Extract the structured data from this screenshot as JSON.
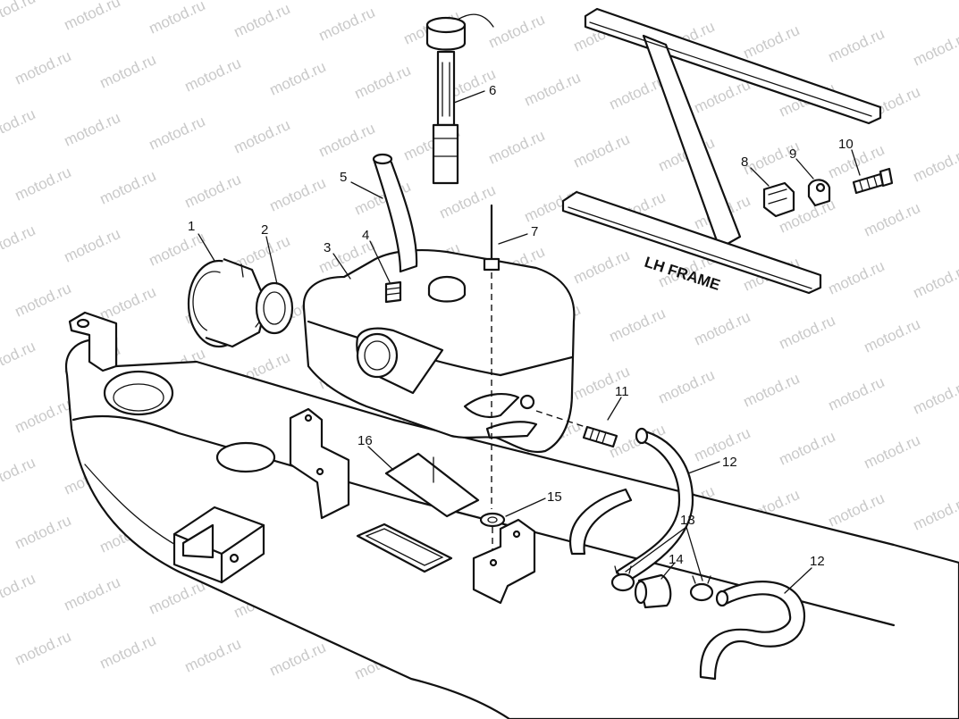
{
  "watermark": "motod.ru",
  "frame_label": "LH FRAME",
  "callouts": {
    "c1": "1",
    "c2": "2",
    "c3": "3",
    "c4": "4",
    "c5": "5",
    "c6": "6",
    "c7": "7",
    "c8": "8",
    "c9": "9",
    "c10": "10",
    "c11": "11",
    "c12a": "12",
    "c12b": "12",
    "c13": "13",
    "c14": "14",
    "c15": "15",
    "c16": "16"
  }
}
